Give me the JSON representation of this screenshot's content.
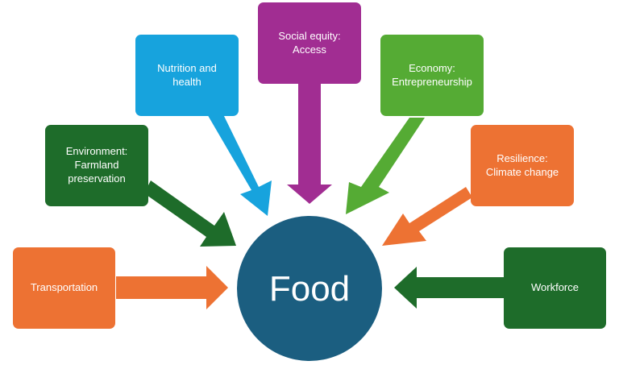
{
  "center": {
    "label": "Food",
    "color": "#1b5e80"
  },
  "nodes": [
    {
      "label": "Transportation",
      "color": "#ed7233"
    },
    {
      "label": "Environment:\nFarmland\npreservation",
      "color": "#1e6c2a"
    },
    {
      "label": "Nutrition and\nhealth",
      "color": "#17a3dd"
    },
    {
      "label": "Social equity:\nAccess",
      "color": "#a12d92"
    },
    {
      "label": "Economy:\nEntrepreneurship",
      "color": "#55ab34"
    },
    {
      "label": "Resilience:\nClimate change",
      "color": "#ed7233"
    },
    {
      "label": "Workforce",
      "color": "#1e6c2a"
    }
  ]
}
